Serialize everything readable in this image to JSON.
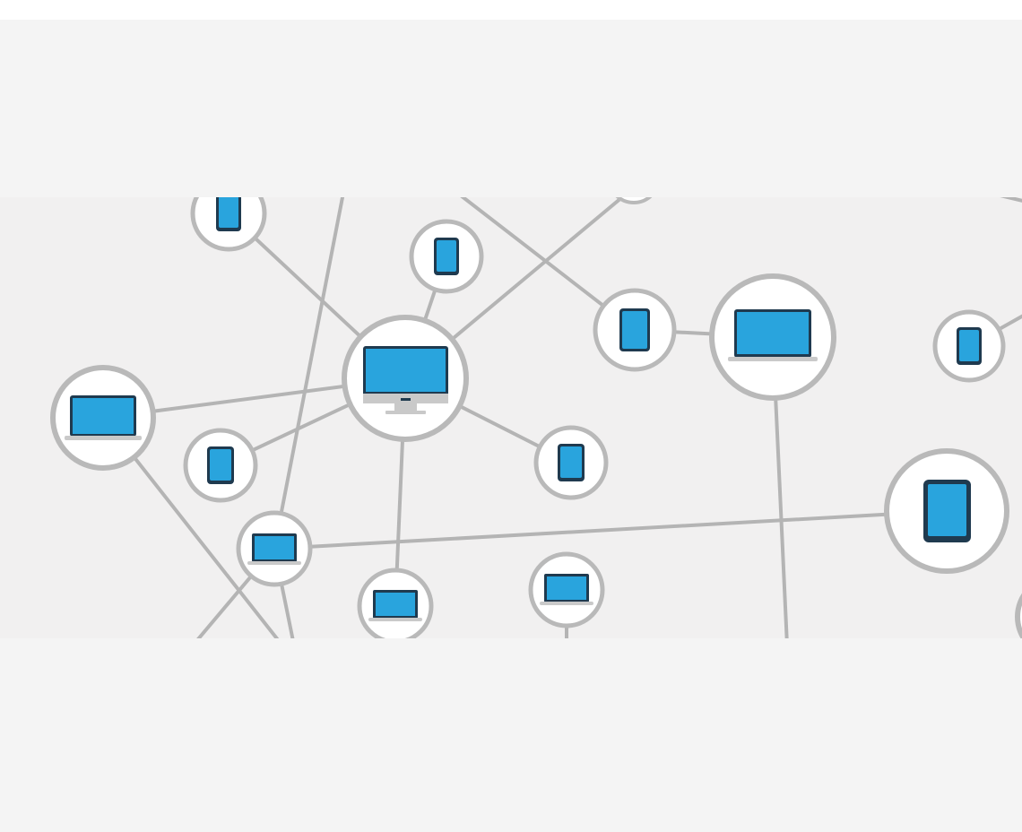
{
  "colors": {
    "background": "#f4f4f4",
    "diagram_background": "#f1f0f0",
    "link": "#b4b4b4",
    "node_fill": "#ffffff",
    "node_ring": "#b9b9b9",
    "device_screen": "#29a4dd",
    "device_frame": "#1f3a4f",
    "device_body": "#c9c9c9"
  },
  "network": {
    "node_count": 17,
    "device_types": [
      "desktop-monitor",
      "laptop",
      "tablet",
      "phone"
    ]
  }
}
